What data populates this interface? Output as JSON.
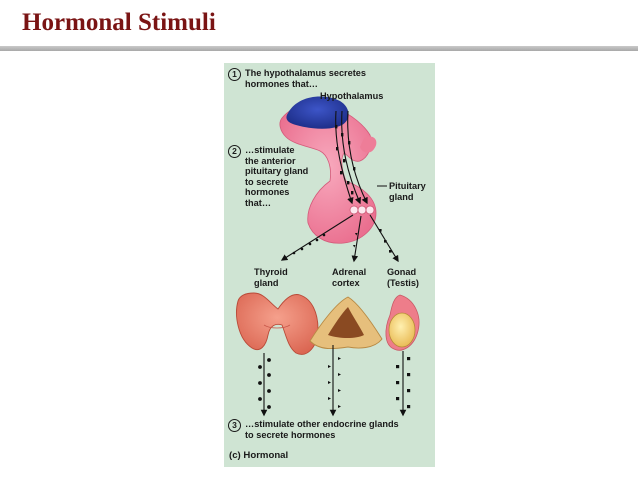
{
  "slide": {
    "title": "Hormonal Stimuli"
  },
  "diagram": {
    "steps": [
      {
        "number": "1",
        "text": "The hypothalamus secretes\nhormones that…"
      },
      {
        "number": "2",
        "text": "…stimulate\nthe anterior\npituitary gland\nto secrete\nhormones\nthat…"
      },
      {
        "number": "3",
        "text": "…stimulate other endocrine glands\nto secrete hormones"
      }
    ],
    "labels": {
      "hypothalamus": "Hypothalamus",
      "pituitary": "Pituitary\ngland",
      "thyroid": "Thyroid\ngland",
      "adrenal": "Adrenal\ncortex",
      "gonad": "Gonad\n(Testis)"
    },
    "caption_letter": "(c)",
    "caption": "Hormonal",
    "colors": {
      "background": "#cfe4d3",
      "hypothalamus": "#2a3ea8",
      "pituitary": "#f07a98",
      "thyroid": "#e8806e",
      "adrenal": "#e2b872",
      "gonad": "#f0d27a"
    }
  }
}
